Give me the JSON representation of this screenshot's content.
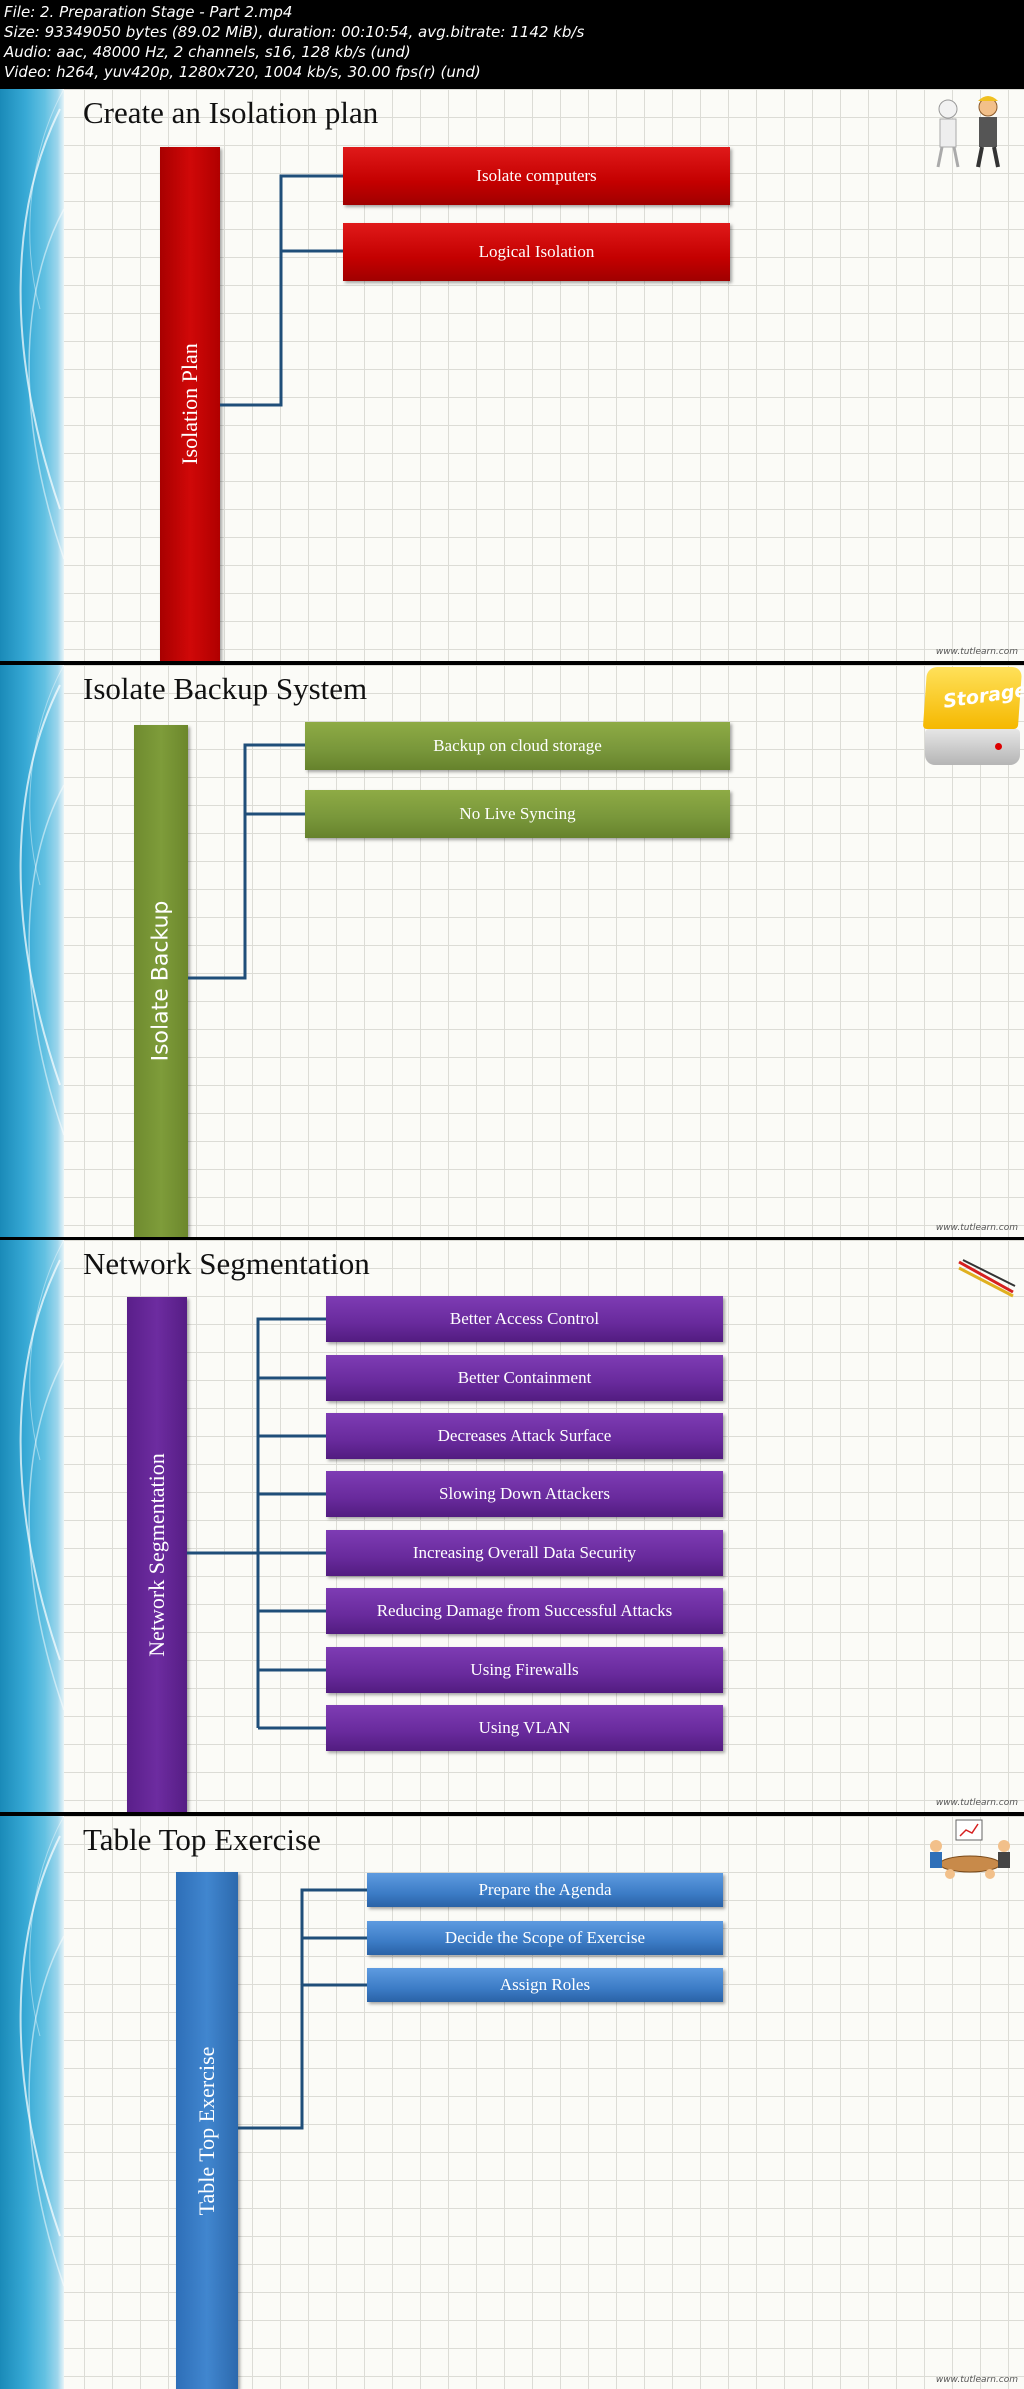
{
  "header": {
    "file": "File: 2. Preparation Stage - Part 2.mp4",
    "size": "Size: 93349050 bytes (89.02 MiB), duration: 00:10:54, avg.bitrate: 1142 kb/s",
    "audio": "Audio: aac, 48000 Hz, 2 channels, s16, 128 kb/s (und)",
    "video": "Video: h264, yuv420p, 1280x720, 1004 kb/s, 30.00 fps(r) (und)"
  },
  "panels": [
    {
      "title": "Create an Isolation plan",
      "root": "Isolation Plan",
      "items": [
        "Isolate computers",
        "Logical Isolation"
      ],
      "illustration": "characters-icon"
    },
    {
      "title": "Isolate Backup System",
      "root": "Isolate Backup",
      "items": [
        "Backup on  cloud storage",
        "No Live Syncing"
      ],
      "illustration": "storage-device-icon",
      "illustration_label": "Storage"
    },
    {
      "title": "Network Segmentation",
      "root": "Network Segmentation",
      "items": [
        "Better Access Control",
        "Better Containment",
        "Decreases Attack Surface",
        "Slowing Down Attackers",
        "Increasing Overall Data Security",
        "Reducing Damage from Successful Attacks",
        "Using Firewalls",
        "Using VLAN"
      ],
      "illustration": "network-cables-icon"
    },
    {
      "title": "Table Top Exercise",
      "root": "Table Top Exercise",
      "items": [
        "Prepare the Agenda",
        "Decide the Scope of Exercise",
        "Assign Roles"
      ],
      "illustration": "meeting-table-icon"
    }
  ],
  "colors": {
    "isolation": "#c00000",
    "backup": "#76923c",
    "segmentation": "#6a2b9e",
    "tabletop": "#3a7cc6",
    "connector": "#1f4e79"
  }
}
